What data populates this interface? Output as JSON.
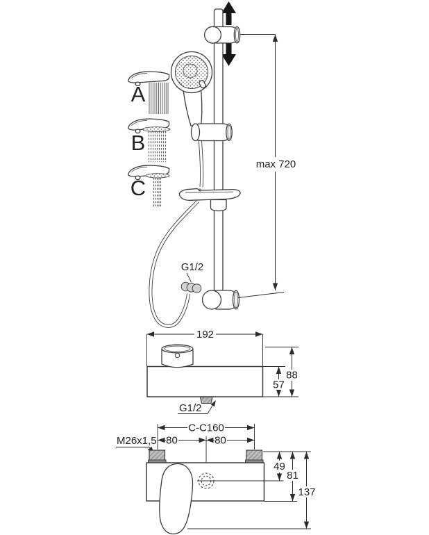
{
  "legend": {
    "modes": [
      {
        "label": "A"
      },
      {
        "label": "B"
      },
      {
        "label": "C"
      }
    ]
  },
  "rail_assembly": {
    "max_height": "max 720",
    "hose_thread": "G1/2"
  },
  "side_view": {
    "width": "192",
    "total_height": "88",
    "body_height": "57",
    "outlet_thread": "G1/2"
  },
  "front_view": {
    "center_distance": "C-C160",
    "inlet_thread": "M26x1,5",
    "left_spacing": "80",
    "right_spacing": "80",
    "outlet_offset": "49",
    "body_height": "81",
    "total_height": "137"
  },
  "colors": {
    "line": "#3c3c3c",
    "dimension": "#2c2c2c",
    "text": "#1e1e1e",
    "metal_hatch": "#bcbcbc",
    "background": "#ffffff"
  }
}
